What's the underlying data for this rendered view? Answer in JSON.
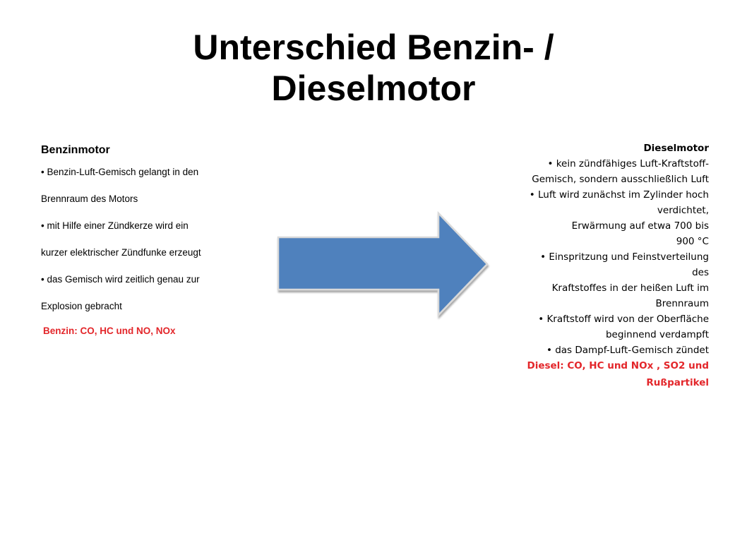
{
  "title": {
    "line1": "Unterschied Benzin- /",
    "line2": "Dieselmotor"
  },
  "left": {
    "heading": "Benzinmotor",
    "lines": [
      "• Benzin-Luft-Gemisch gelangt in den",
      "Brennraum des Motors",
      "• mit Hilfe einer Zündkerze wird ein",
      "kurzer elektrischer Zündfunke erzeugt",
      "• das Gemisch wird zeitlich genau zur",
      "Explosion gebracht"
    ],
    "emissions": "Benzin: CO, HC und NO, NOx"
  },
  "right": {
    "heading": "Dieselmotor",
    "lines": [
      "• kein zündfähiges Luft-Kraftstoff-",
      "Gemisch, sondern ausschließlich Luft",
      "• Luft wird zunächst im Zylinder hoch",
      "verdichtet,",
      "Erwärmung auf etwa 700 bis",
      "900 °C",
      "• Einspritzung und Feinstverteilung",
      "des",
      "Kraftstoffes in der heißen Luft im",
      "Brennraum",
      "• Kraftstoff wird von der Oberfläche",
      "beginnend verdampft",
      "• das Dampf-Luft-Gemisch zündet"
    ],
    "emissions_line1": "Diesel: CO, HC und NOx , SO2 und",
    "emissions_line2": "Rußpartikel"
  },
  "colors": {
    "arrow_fill": "#4f81bd",
    "arrow_outline": "#d9d9d9",
    "emission_text": "#e3262a"
  },
  "icons": {
    "arrow": "right-arrow-icon"
  }
}
